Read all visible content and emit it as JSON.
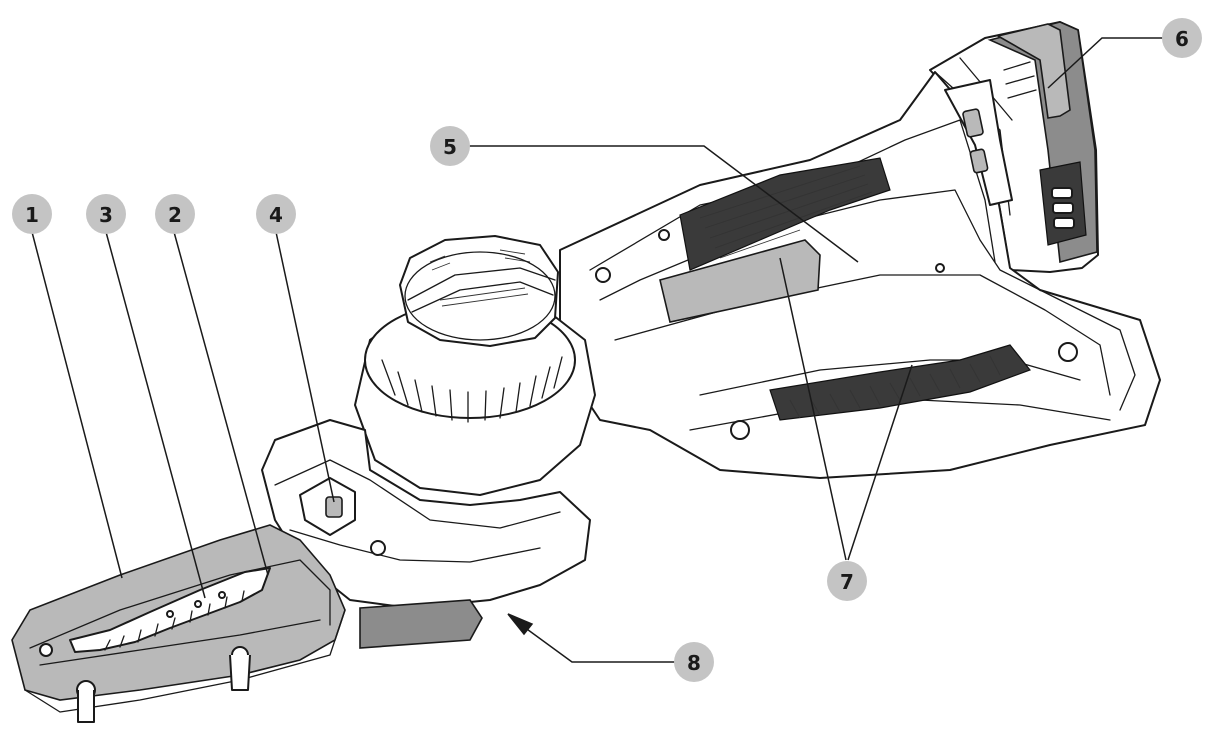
{
  "callouts": [
    {
      "id": "1",
      "label": "1"
    },
    {
      "id": "2",
      "label": "2"
    },
    {
      "id": "3",
      "label": "3"
    },
    {
      "id": "4",
      "label": "4"
    },
    {
      "id": "5",
      "label": "5"
    },
    {
      "id": "6",
      "label": "6"
    },
    {
      "id": "7",
      "label": "7"
    },
    {
      "id": "8",
      "label": "8"
    }
  ],
  "colors": {
    "callout_fill": "#c4c4c4",
    "line": "#1a1a1a",
    "grip_grey": "#6a6a6a",
    "guard_grey": "#b9b9b9"
  },
  "icons": [
    "arrow-icon"
  ]
}
